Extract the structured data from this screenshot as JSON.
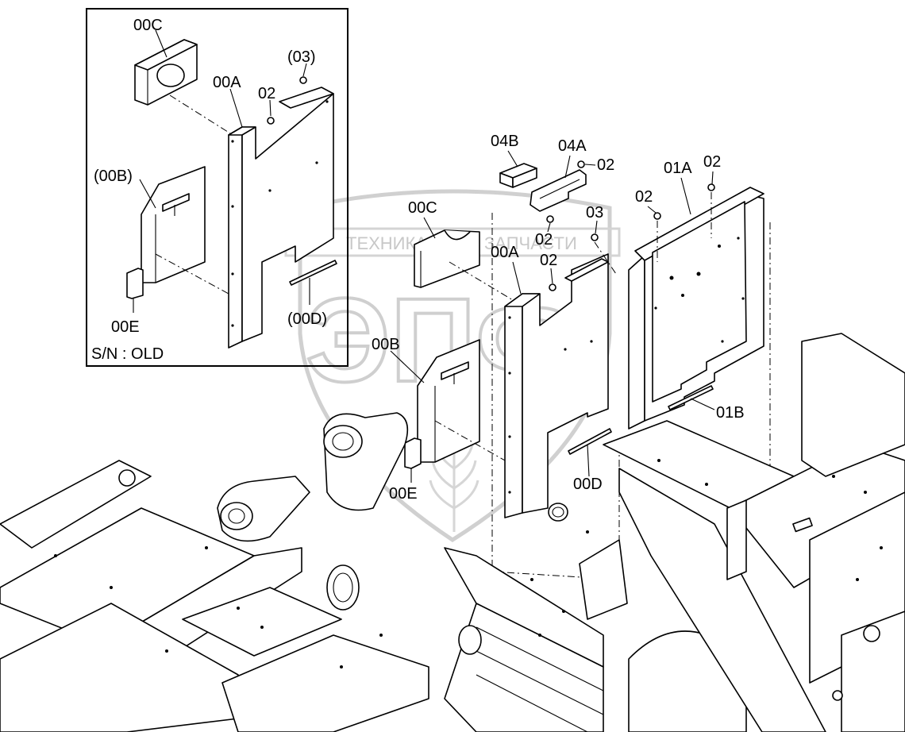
{
  "watermark": {
    "text_left": "ТЕХНИКА",
    "text_right": "ЗАПЧАСТИ",
    "logo_letters": "ЭПФ",
    "color": "#c8c8c8"
  },
  "inset": {
    "caption": "S/N : OLD",
    "labels": {
      "part_00c": "00C",
      "part_03": "(03)",
      "part_00a": "00A",
      "part_02": "02",
      "part_00b": "(00B)",
      "part_00e": "00E",
      "part_00d": "(00D)"
    }
  },
  "main": {
    "labels": {
      "part_04b": "04B",
      "part_04a": "04A",
      "part_02_a": "02",
      "part_01a": "01A",
      "part_02_b": "02",
      "part_02_c": "02",
      "part_00c": "00C",
      "part_03": "03",
      "part_02_d": "02",
      "part_00a": "00A",
      "part_02_e": "02",
      "part_00b": "00B",
      "part_01b": "01B",
      "part_00e": "00E",
      "part_00d": "00D"
    }
  }
}
